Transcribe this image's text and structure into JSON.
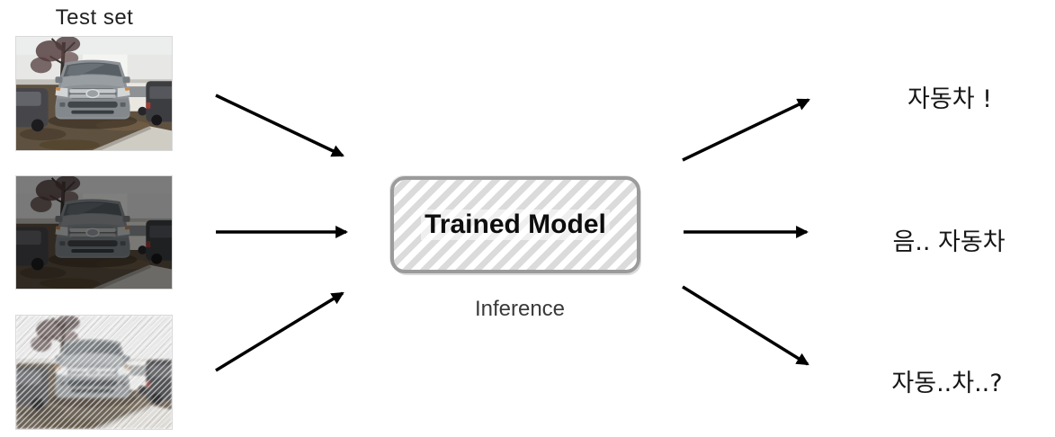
{
  "page": {
    "background": "#ffffff"
  },
  "test_set": {
    "label": "Test set",
    "images": [
      {
        "name": "car-photo-original"
      },
      {
        "name": "car-photo-darkened"
      },
      {
        "name": "car-photo-distorted"
      }
    ]
  },
  "model": {
    "label": "Trained Model",
    "caption": "Inference",
    "border_color": "#9b9b9b",
    "stripe_color": "#dbdbdb"
  },
  "outputs": [
    {
      "text": "자동차 !"
    },
    {
      "text": "음.. 자동차"
    },
    {
      "text": "자동..차..?"
    }
  ],
  "arrow_color": "#000000"
}
